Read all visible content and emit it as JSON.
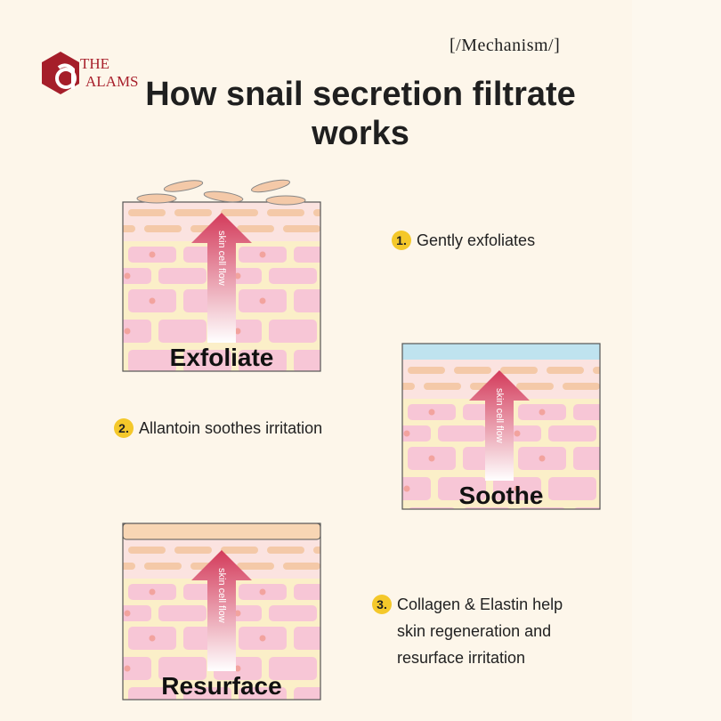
{
  "brand": {
    "line1": "THE",
    "line2": "ALAMS",
    "mark": "a"
  },
  "tag": "[/Mechanism/]",
  "title": "How snail secretion filtrate works",
  "panels": [
    {
      "label": "Exfoliate",
      "arrow_text": "skin cell flow",
      "top": "flakes"
    },
    {
      "label": "Soothe",
      "arrow_text": "skin cell flow",
      "top": "blue"
    },
    {
      "label": "Resurface",
      "arrow_text": "skin cell flow",
      "top": "cream"
    }
  ],
  "steps": [
    {
      "num": "1.",
      "text": "Gently exfoliates"
    },
    {
      "num": "2.",
      "text": "Allantoin soothes irritation"
    },
    {
      "num": "3.",
      "text": "Collagen & Elastin help\nskin regeneration and\nresurface irritation"
    }
  ],
  "colors": {
    "background": "#fdf6ea",
    "cell": "#f7c6d6",
    "arrow": "#d6415e",
    "badge": "#f4c82a",
    "brand": "#a8202c"
  }
}
